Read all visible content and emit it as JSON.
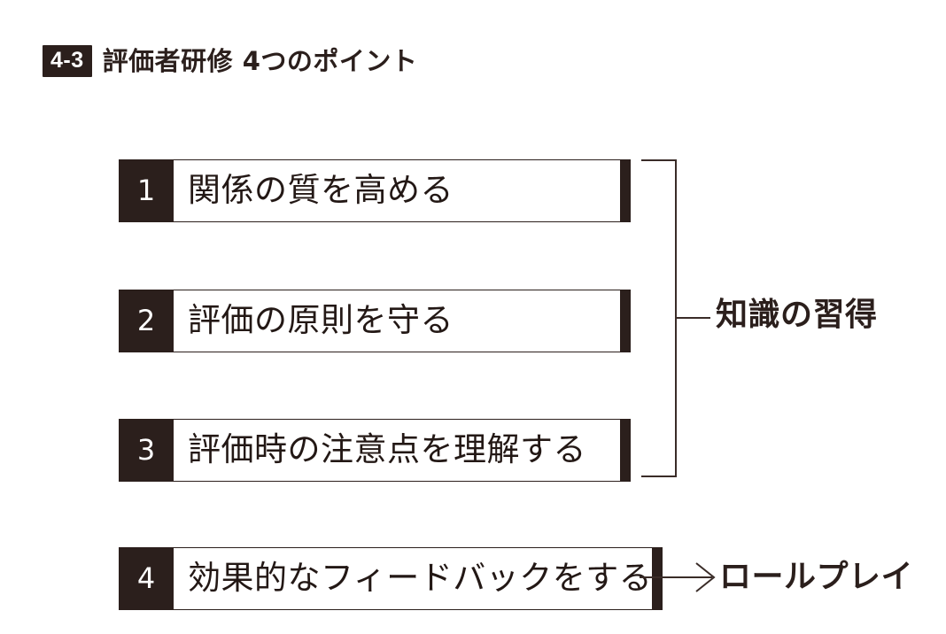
{
  "header": {
    "badge": "4-3",
    "title": "評価者研修 4つのポイント"
  },
  "colors": {
    "ink": "#2b1f1c",
    "text": "#231815",
    "line": "#3a2c28",
    "background": "#ffffff"
  },
  "diagram": {
    "type": "grouped-list",
    "rows": [
      {
        "number": "1",
        "label": "関係の質を高める"
      },
      {
        "number": "2",
        "label": "評価の原則を守る"
      },
      {
        "number": "3",
        "label": "評価時の注意点を理解する"
      },
      {
        "number": "4",
        "label": "効果的なフィードバックをする"
      }
    ],
    "groups": [
      {
        "label": "知識の習得",
        "connector": "brace",
        "covers": [
          "1",
          "2",
          "3"
        ]
      },
      {
        "label": "ロールプレイ",
        "connector": "arrow",
        "covers": [
          "4"
        ]
      }
    ]
  }
}
